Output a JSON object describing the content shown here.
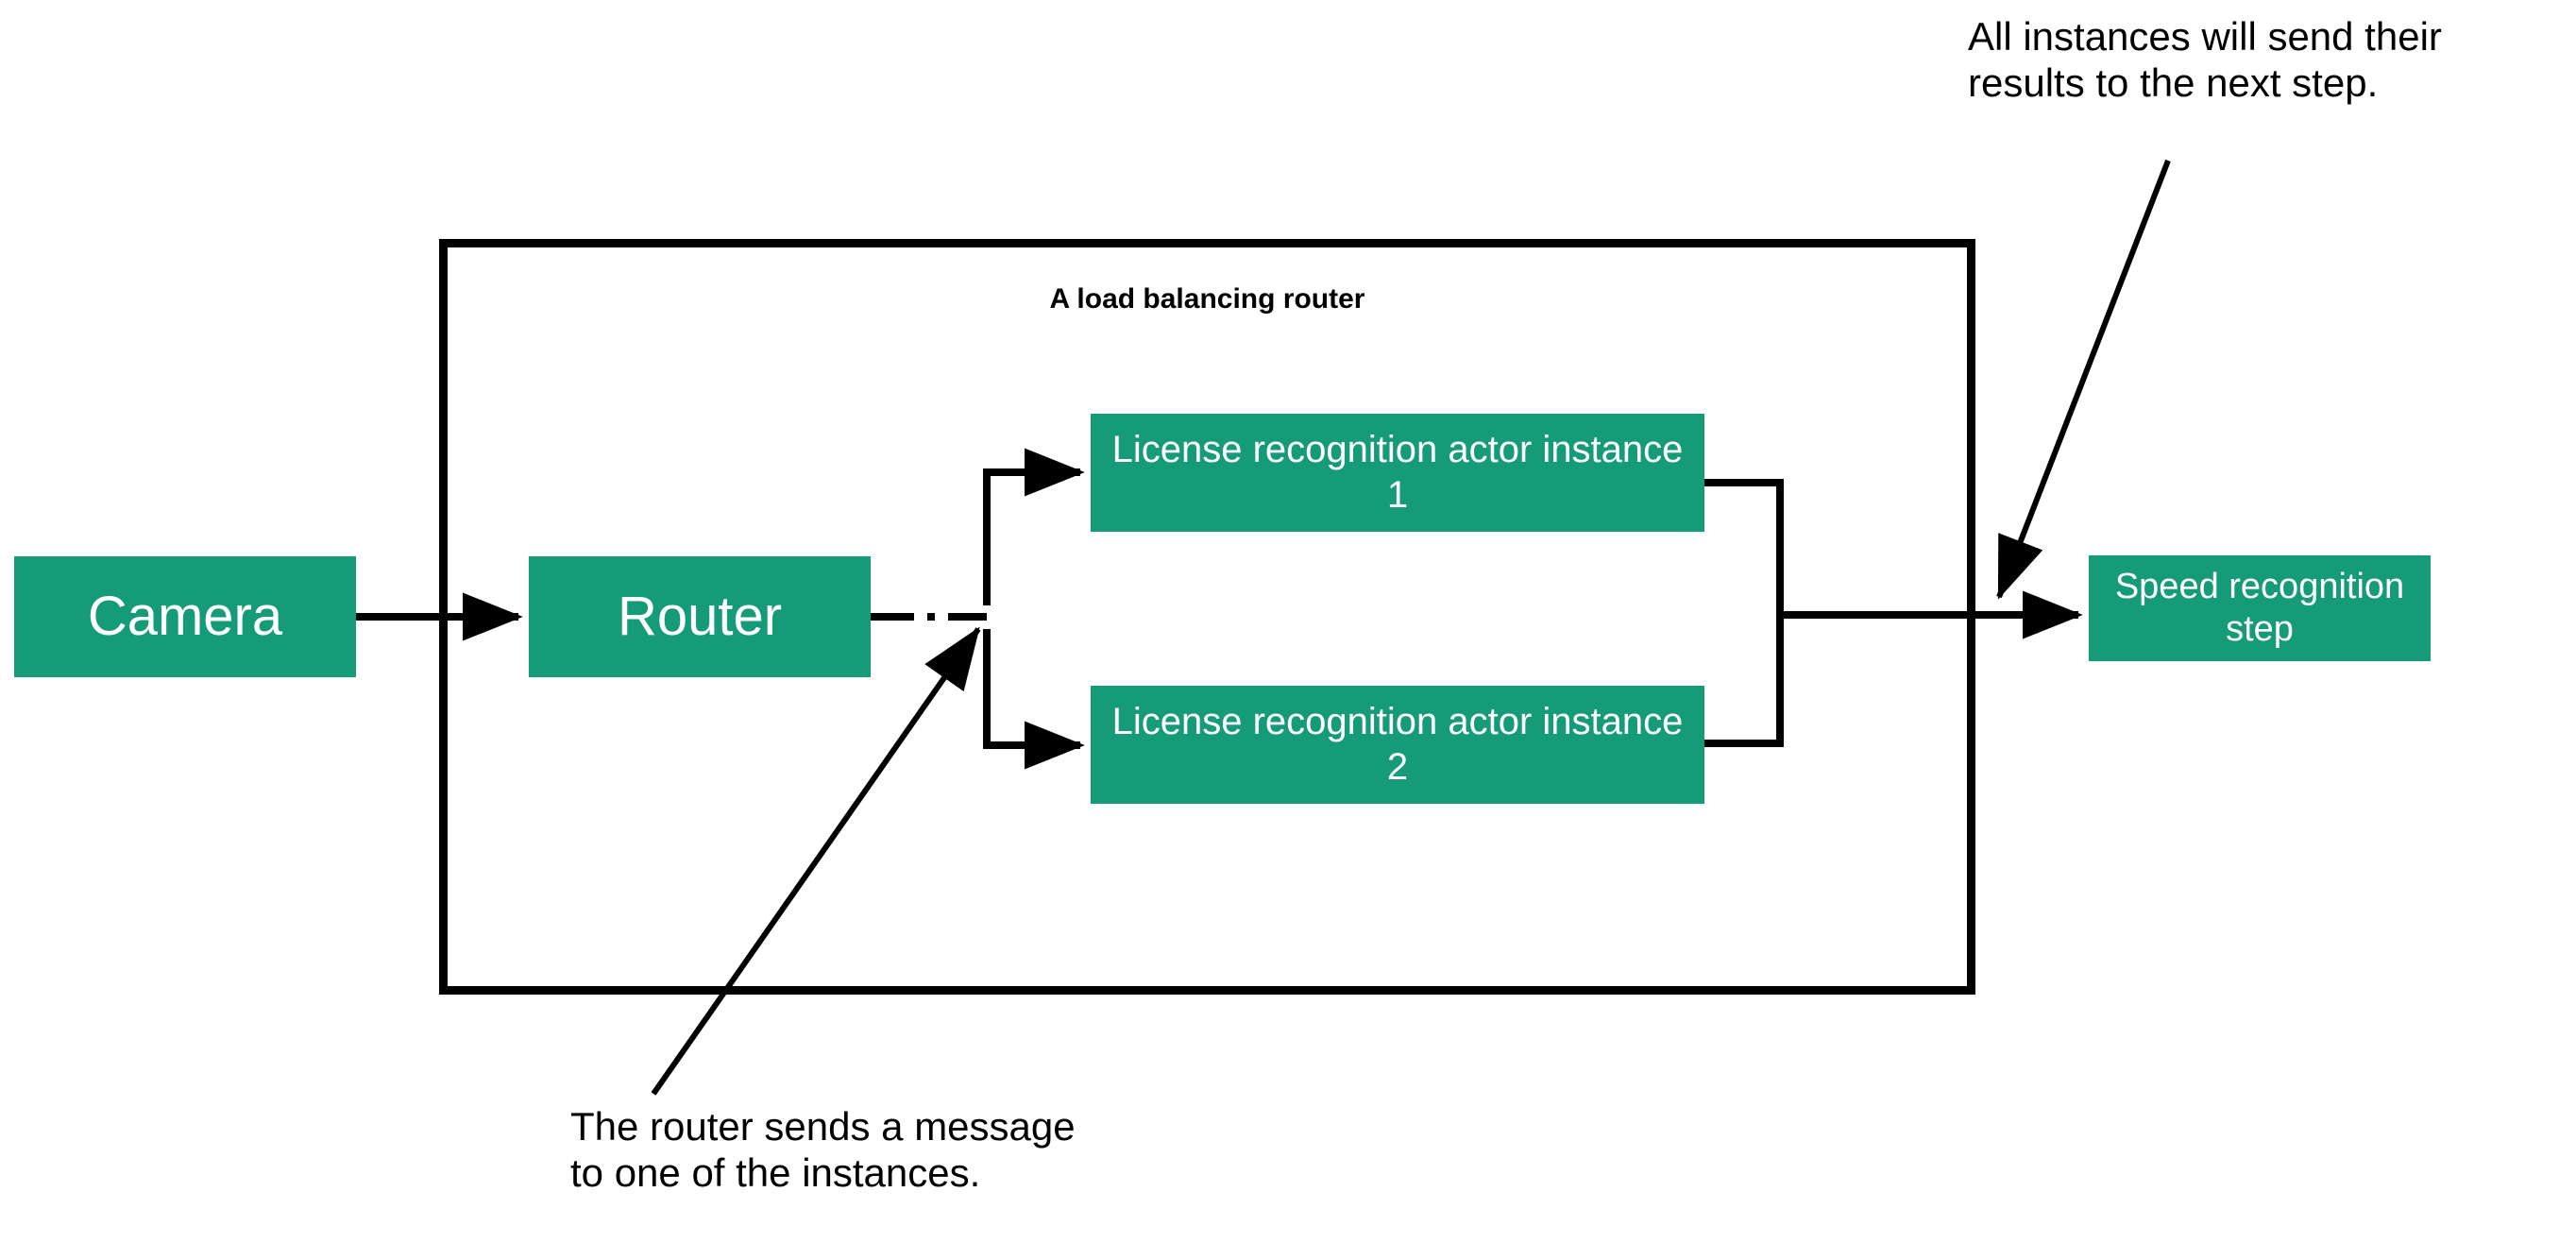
{
  "diagram": {
    "type": "flow-diagram",
    "title": "A load balancing router",
    "background_color": "#ffffff",
    "accent_color": "#169B78",
    "line_color": "#000000"
  },
  "group": {
    "label": "A load balancing router"
  },
  "nodes": {
    "camera": {
      "label": "Camera",
      "color": "#169B78"
    },
    "router": {
      "label": "Router",
      "color": "#169B78"
    },
    "instance_1": {
      "label": "License recognition actor instance 1",
      "color": "#169B78"
    },
    "instance_2": {
      "label": "License recognition actor instance 2",
      "color": "#169B78"
    },
    "speed": {
      "label": "Speed recognition step",
      "color": "#169B78"
    }
  },
  "annotations": {
    "top_right": "All instances will send their\nresults to the next step.",
    "bottom_left": "The router sends a message\nto one of the instances."
  },
  "edges": [
    {
      "name": "camera-to-router",
      "from": "camera",
      "to": "router",
      "style": "solid",
      "arrow": true
    },
    {
      "name": "router-to-split",
      "from": "router",
      "to": "split-point",
      "style": "dash-dot",
      "arrow": false
    },
    {
      "name": "split-to-instance-1",
      "from": "split-point",
      "to": "instance_1",
      "style": "solid",
      "arrow": true
    },
    {
      "name": "split-to-instance-2",
      "from": "split-point",
      "to": "instance_2",
      "style": "solid",
      "arrow": true
    },
    {
      "name": "instance-1-to-merge",
      "from": "instance_1",
      "to": "merge-point",
      "style": "solid",
      "arrow": false
    },
    {
      "name": "instance-2-to-merge",
      "from": "instance_2",
      "to": "merge-point",
      "style": "solid",
      "arrow": false
    },
    {
      "name": "merge-to-speed",
      "from": "merge-point",
      "to": "speed",
      "style": "solid",
      "arrow": true
    },
    {
      "name": "annotation-top-right-pointer",
      "from": "annotation.top_right",
      "to": "merge-to-speed",
      "style": "solid",
      "arrow": true
    },
    {
      "name": "annotation-bottom-pointer",
      "from": "annotation.bottom_left",
      "to": "split-point",
      "style": "solid",
      "arrow": true
    }
  ]
}
